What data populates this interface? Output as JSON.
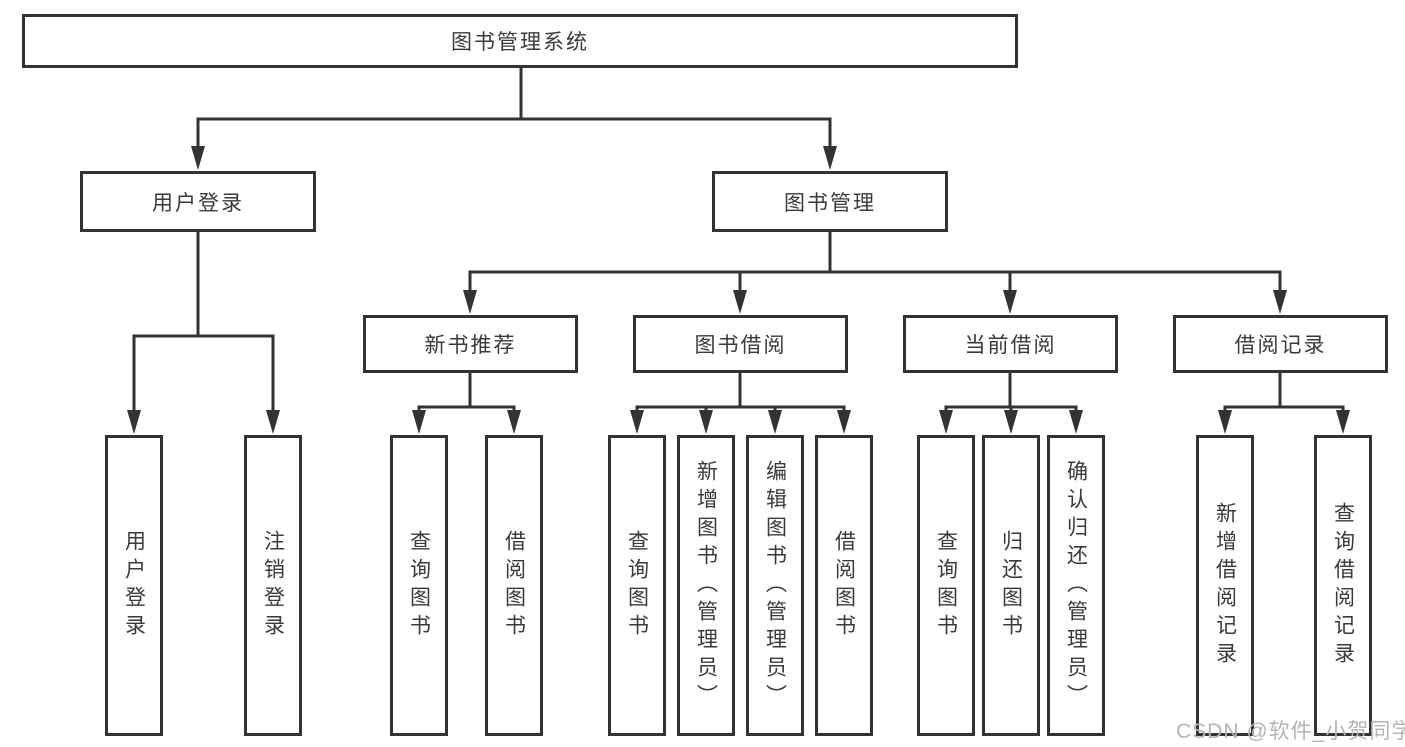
{
  "tree": {
    "root": {
      "label": "图书管理系统"
    },
    "branches": [
      {
        "label": "用户登录",
        "children": [
          {
            "label": "用户登录"
          },
          {
            "label": "注销登录"
          }
        ]
      },
      {
        "label": "图书管理",
        "children": [
          {
            "label": "新书推荐",
            "children": [
              {
                "label": "查询图书"
              },
              {
                "label": "借阅图书"
              }
            ]
          },
          {
            "label": "图书借阅",
            "children": [
              {
                "label": "查询图书"
              },
              {
                "label": "新增图书（管理员）"
              },
              {
                "label": "编辑图书（管理员）"
              },
              {
                "label": "借阅图书"
              }
            ]
          },
          {
            "label": "当前借阅",
            "children": [
              {
                "label": "查询图书"
              },
              {
                "label": "归还图书"
              },
              {
                "label": "确认归还（管理员）"
              }
            ]
          },
          {
            "label": "借阅记录",
            "children": [
              {
                "label": "新增借阅记录"
              },
              {
                "label": "查询借阅记录"
              }
            ]
          }
        ]
      }
    ]
  },
  "watermark": {
    "text": "CSDN @软件_小贺同学"
  },
  "colors": {
    "line": "#333333",
    "box_border": "#333333",
    "text": "#3a3a3a",
    "watermark": "#b4b4b4",
    "background": "#ffffff"
  }
}
